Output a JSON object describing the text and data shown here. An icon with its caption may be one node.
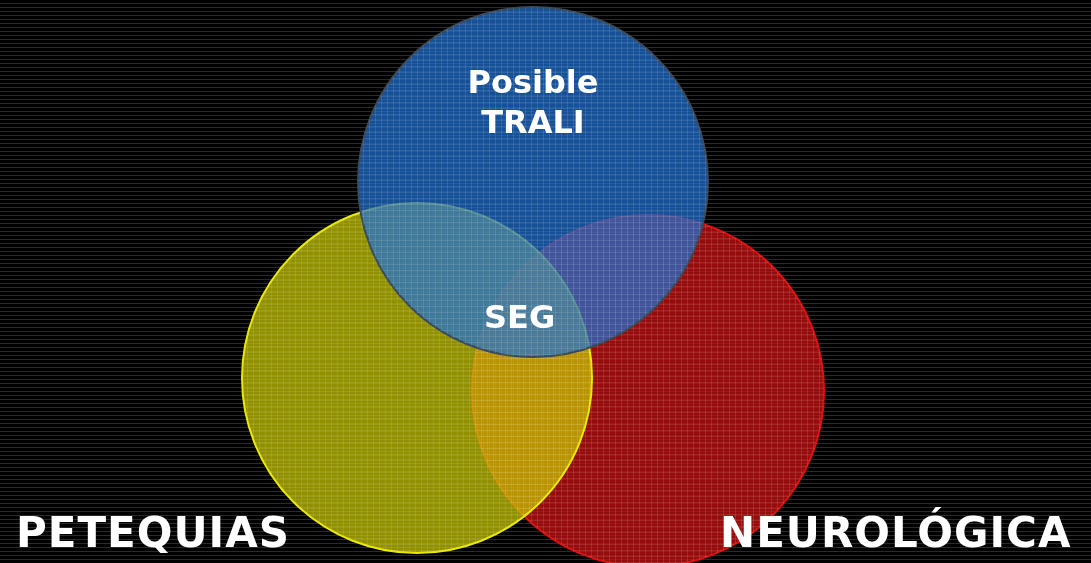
{
  "diagram": {
    "nodes": [
      {
        "text": [
          "Posible TRALI"
        ]
      },
      {
        "text": [
          "PETEQUIAS"
        ]
      },
      {
        "text": [
          "NEUROLÓGICA"
        ]
      }
    ],
    "edges": [],
    "labels": [
      "SEG"
    ]
  }
}
